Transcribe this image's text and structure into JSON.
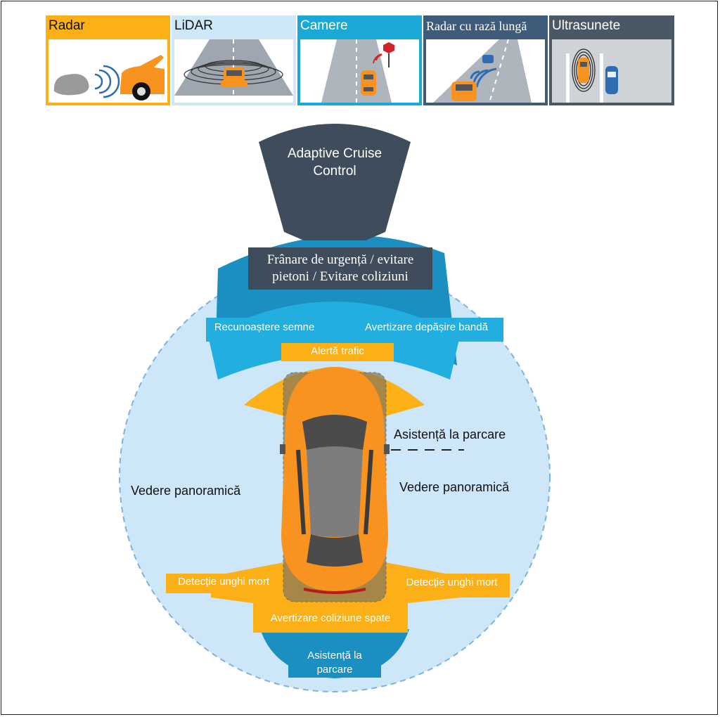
{
  "sensors": [
    {
      "label": "Radar",
      "icon": "radar-car-scene-icon"
    },
    {
      "label": "LiDAR",
      "icon": "lidar-car-scene-icon"
    },
    {
      "label": "Camere",
      "icon": "camera-stop-sign-scene-icon"
    },
    {
      "label": "Radar cu rază lungă",
      "icon": "long-range-radar-scene-icon"
    },
    {
      "label": "Ultrasunete",
      "icon": "ultrasonic-parking-scene-icon"
    }
  ],
  "zones": {
    "adaptive_cruise": "Adaptive Cruise Control",
    "emergency_braking_line1": "Frânare de urgență / evitare",
    "emergency_braking_line2": "pietoni / Evitare coliziuni",
    "sign_recognition": "Recunoaștere semne",
    "lane_departure": "Avertizare depășire bandă",
    "traffic_alert": "Alertă trafic",
    "parking_assist_side": "Asistență la parcare",
    "surround_view_left": "Vedere panoramică",
    "surround_view_right": "Vedere panoramică",
    "blind_spot_left": "Detecție unghi mort",
    "blind_spot_right": "Detecție unghi mort",
    "rear_collision": "Avertizare coliziune spate",
    "parking_assist_rear_line1": "Asistență la",
    "parking_assist_rear_line2": "parcare"
  },
  "colors": {
    "radar": "#fbb017",
    "lidar": "#cfe8f7",
    "camera": "#1aa9d6",
    "long_range_radar": "#3f5b7a",
    "ultrasonic": "#4a5866",
    "acc_cone": "#3e4c5b",
    "mid_range": "#1b8fc2",
    "short_range_camera": "#22aede",
    "short_range_radar": "#fbb017",
    "surround": "#cde6f8",
    "car_body": "#f7931e"
  }
}
